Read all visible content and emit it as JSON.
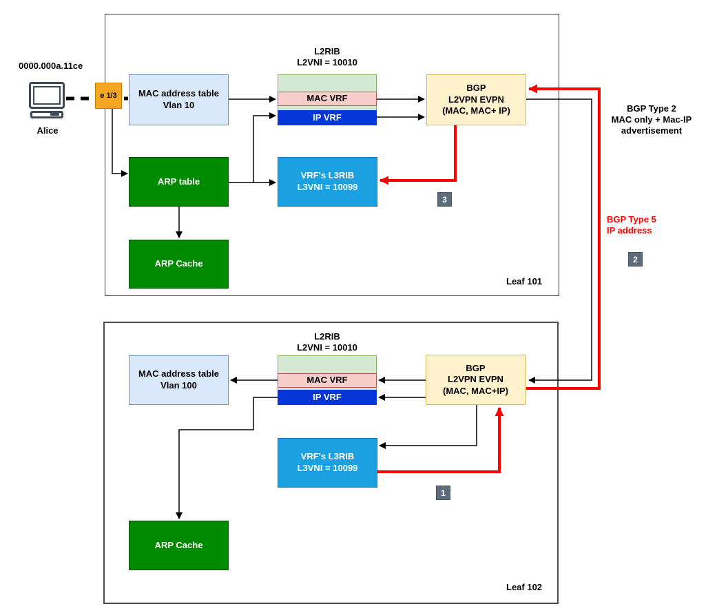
{
  "host": {
    "mac_label": "0000.000a.11ce",
    "name": "Alice",
    "port_label": "e 1/3"
  },
  "leaf101": {
    "title": "Leaf 101",
    "mac_address_table": "MAC address table\nVlan 10",
    "l2rib_title": "L2RIB\nL2VNI = 10010",
    "mac_vrf": "MAC VRF",
    "ip_vrf": "IP VRF",
    "bgp": "BGP\nL2VPN EVPN\n(MAC, MAC+ IP)",
    "arp_table": "ARP table",
    "l3rib": "VRF's L3RIB\nL3VNI = 10099",
    "arp_cache": "ARP Cache",
    "step_badge": "3"
  },
  "leaf102": {
    "title": "Leaf 102",
    "mac_address_table": "MAC address table\nVlan 100",
    "l2rib_title": "L2RIB\nL2VNI = 10010",
    "mac_vrf": "MAC VRF",
    "ip_vrf": "IP VRF",
    "bgp": "BGP\nL2VPN EVPN\n(MAC, MAC+IP)",
    "l3rib": "VRF's L3RIB\nL3VNI = 10099",
    "arp_cache": "ARP Cache",
    "step_badge": "1"
  },
  "annotations": {
    "bgp_type2": "BGP Type 2\nMAC only + Mac-IP\nadvertisement",
    "bgp_type5": "BGP Type 5\nIP address",
    "step_badge": "2"
  },
  "colors": {
    "mac_table_fill": "#dae8fc",
    "mac_table_border": "#6c8ebf",
    "l2rib_fill": "#d5e8d4",
    "l2rib_border": "#82b366",
    "mac_vrf_fill": "#f8cecc",
    "mac_vrf_border": "#b85450",
    "ip_vrf_fill": "#0635d8",
    "bgp_fill": "#fff2cc",
    "bgp_border": "#d6b656",
    "arp_fill": "#008a00",
    "l3rib_fill": "#1ba1e2",
    "port_fill": "#f5a623",
    "badge_fill": "#5d6d7e",
    "highlight_arrow": "#ff0000",
    "plain_arrow": "#000000"
  }
}
